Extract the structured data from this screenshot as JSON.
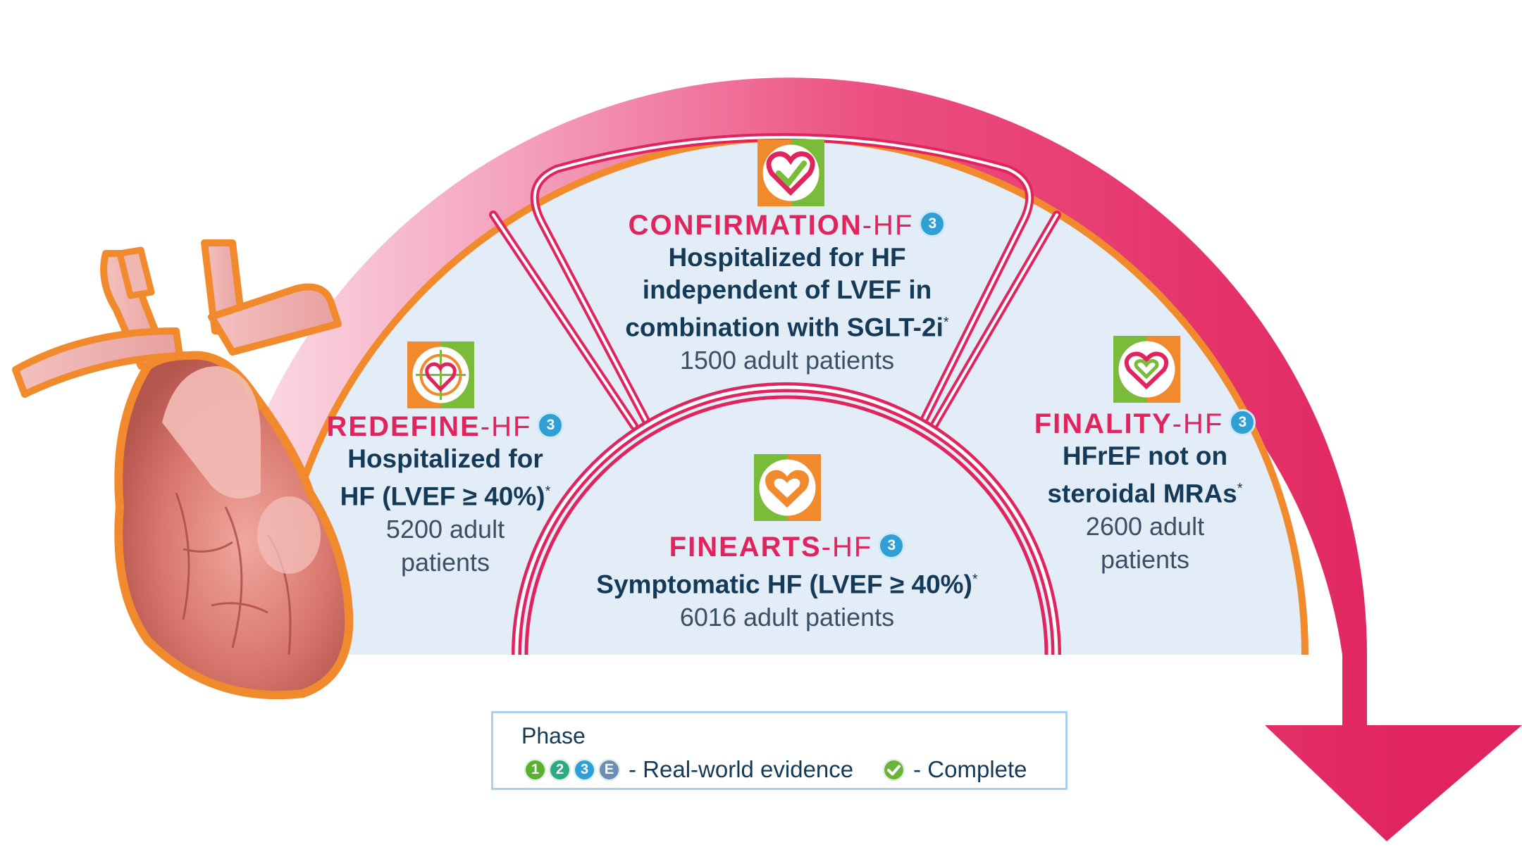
{
  "trials": [
    {
      "id": "confirmation",
      "name": "CONFIRMATION",
      "suffix": "-HF",
      "phase": "3",
      "desc_lines": [
        "Hospitalized for HF",
        "independent of LVEF in",
        "combination with SGLT-2i"
      ],
      "asterisk": "*",
      "count_lines": [
        "1500 adult patients"
      ]
    },
    {
      "id": "redefine",
      "name": "REDEFINE",
      "suffix": "-HF",
      "phase": "3",
      "desc_lines": [
        "Hospitalized for",
        "HF (LVEF ≥ 40%)"
      ],
      "asterisk": "*",
      "count_lines": [
        "5200 adult",
        "patients"
      ]
    },
    {
      "id": "finearts",
      "name": "FINEARTS",
      "suffix": "-HF",
      "phase": "3",
      "desc_lines": [
        "Symptomatic HF (LVEF ≥ 40%)"
      ],
      "asterisk": "*",
      "count_lines": [
        "6016 adult patients"
      ]
    },
    {
      "id": "finality",
      "name": "FINALITY",
      "suffix": "-HF",
      "phase": "3",
      "desc_lines": [
        "HFrEF not on",
        "steroidal MRAs"
      ],
      "asterisk": "*",
      "count_lines": [
        "2600 adult",
        "patients"
      ]
    }
  ],
  "legend": {
    "title": "Phase",
    "phases": [
      "1",
      "2",
      "3",
      "E"
    ],
    "rwe_label": "- Real-world evidence",
    "complete_label": "- Complete"
  },
  "icons": {
    "heart": "heart-illustration-icon",
    "redefine": "target-heart-logo-icon",
    "confirmation": "check-heart-logo-icon",
    "finearts": "heart-logo-icon",
    "finality": "double-heart-logo-icon",
    "complete": "check-circle-icon"
  },
  "colors": {
    "accent": "#e0245e",
    "text": "#143a58",
    "panel": "#e2edf8",
    "phase1": "#5bb031",
    "phase2": "#2bab82",
    "phase3": "#2f9fd6",
    "phaseE": "#6c8db7",
    "orange": "#f08a2c",
    "green": "#7bbb3a"
  }
}
